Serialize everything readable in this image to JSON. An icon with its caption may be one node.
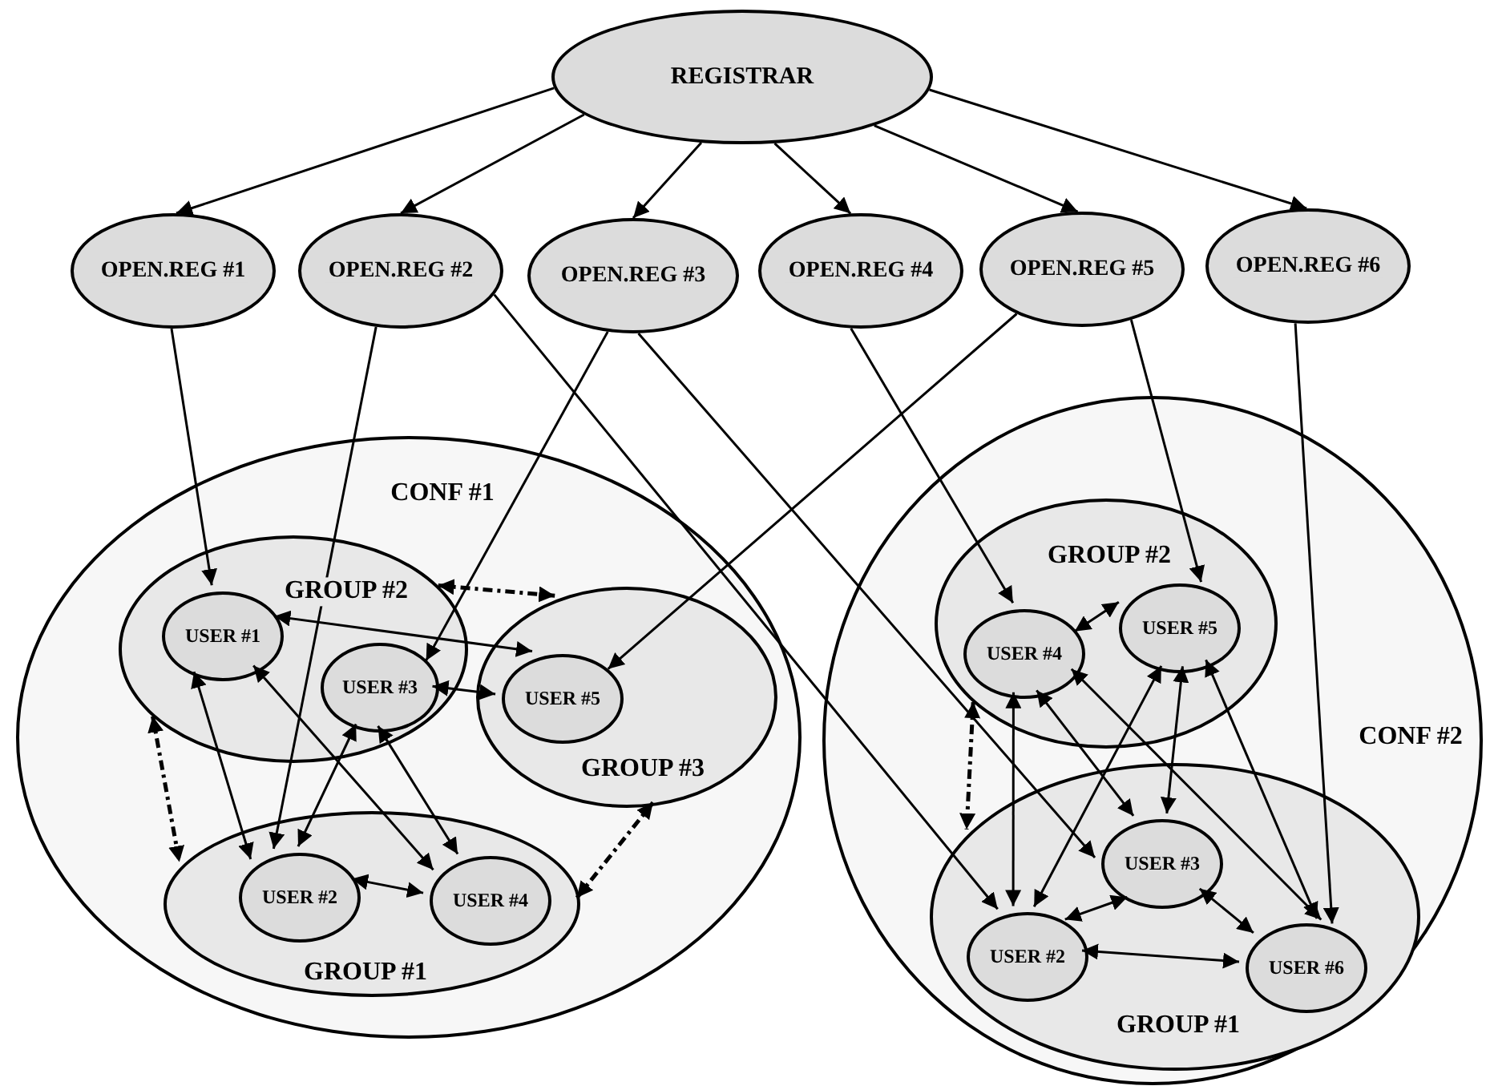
{
  "diagram": {
    "nodes": [
      {
        "text": [
          "REGISTRAR"
        ]
      },
      {
        "text": [
          "OPEN.REG #1"
        ]
      },
      {
        "text": [
          "OPEN.REG #2"
        ]
      },
      {
        "text": [
          "OPEN.REG #3"
        ]
      },
      {
        "text": [
          "OPEN.REG #4"
        ]
      },
      {
        "text": [
          "OPEN.REG #5"
        ]
      },
      {
        "text": [
          "OPEN.REG #6"
        ]
      },
      {
        "text": [
          "CONF #1"
        ]
      },
      {
        "text": [
          "GROUP #2"
        ],
        "in": 7
      },
      {
        "text": [
          "USER #1"
        ],
        "in": 8
      },
      {
        "text": [
          "USER #3"
        ],
        "in": 8
      },
      {
        "text": [
          "GROUP #3"
        ],
        "in": 7
      },
      {
        "text": [
          "USER #5"
        ],
        "in": 11
      },
      {
        "text": [
          "GROUP #1"
        ],
        "in": 7
      },
      {
        "text": [
          "USER #2"
        ],
        "in": 13
      },
      {
        "text": [
          "USER #4"
        ],
        "in": 13
      },
      {
        "text": [
          "CONF #2"
        ]
      },
      {
        "text": [
          "GROUP #2"
        ],
        "in": 16
      },
      {
        "text": [
          "USER #4"
        ],
        "in": 17
      },
      {
        "text": [
          "USER #5"
        ],
        "in": 17
      },
      {
        "text": [
          "GROUP #1"
        ],
        "in": 16
      },
      {
        "text": [
          "USER #3"
        ],
        "in": 20
      },
      {
        "text": [
          "USER #2"
        ],
        "in": 20
      },
      {
        "text": [
          "USER #6"
        ],
        "in": 20
      }
    ],
    "edges": [
      {
        "from": 0,
        "to": 1,
        "arrow": "to"
      },
      {
        "from": 0,
        "to": 2,
        "arrow": "to"
      },
      {
        "from": 0,
        "to": 3,
        "arrow": "to"
      },
      {
        "from": 0,
        "to": 4,
        "arrow": "to"
      },
      {
        "from": 0,
        "to": 5,
        "arrow": "to"
      },
      {
        "from": 0,
        "to": 6,
        "arrow": "to"
      },
      {
        "from": 1,
        "to": 9,
        "arrow": "to"
      },
      {
        "from": 2,
        "to": 14,
        "arrow": "to"
      },
      {
        "from": 2,
        "to": 22,
        "arrow": "to"
      },
      {
        "from": 3,
        "to": 10,
        "arrow": "to"
      },
      {
        "from": 3,
        "to": 21,
        "arrow": "to"
      },
      {
        "from": 4,
        "to": 18,
        "arrow": "to"
      },
      {
        "from": 5,
        "to": 12,
        "arrow": "to"
      },
      {
        "from": 5,
        "to": 19,
        "arrow": "to"
      },
      {
        "from": 6,
        "to": 23,
        "arrow": "to"
      },
      {
        "from": 9,
        "to": 12,
        "arrow": "both"
      },
      {
        "from": 9,
        "to": 14,
        "arrow": "both"
      },
      {
        "from": 9,
        "to": 15,
        "arrow": "both"
      },
      {
        "from": 10,
        "to": 12,
        "arrow": "both"
      },
      {
        "from": 10,
        "to": 14,
        "arrow": "both"
      },
      {
        "from": 10,
        "to": 15,
        "arrow": "both"
      },
      {
        "from": 14,
        "to": 15,
        "arrow": "both"
      },
      {
        "from": 8,
        "to": 11,
        "arrow": "both",
        "style": "dashed"
      },
      {
        "from": 8,
        "to": 13,
        "arrow": "both",
        "style": "dashed"
      },
      {
        "from": 13,
        "to": 11,
        "arrow": "both",
        "style": "dashed"
      },
      {
        "from": 18,
        "to": 19,
        "arrow": "both"
      },
      {
        "from": 18,
        "to": 22,
        "arrow": "both"
      },
      {
        "from": 18,
        "to": 21,
        "arrow": "both"
      },
      {
        "from": 18,
        "to": 23,
        "arrow": "both"
      },
      {
        "from": 19,
        "to": 22,
        "arrow": "both"
      },
      {
        "from": 19,
        "to": 21,
        "arrow": "both"
      },
      {
        "from": 19,
        "to": 23,
        "arrow": "both"
      },
      {
        "from": 22,
        "to": 21,
        "arrow": "both"
      },
      {
        "from": 22,
        "to": 23,
        "arrow": "both"
      },
      {
        "from": 21,
        "to": 23,
        "arrow": "both"
      },
      {
        "from": 17,
        "to": 20,
        "arrow": "both",
        "style": "dashed"
      }
    ]
  }
}
